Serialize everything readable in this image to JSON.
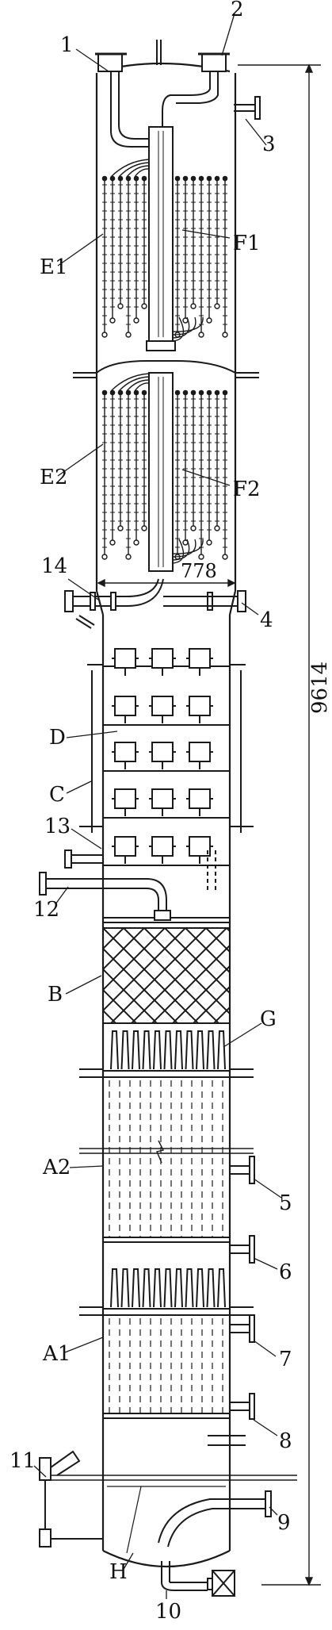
{
  "labels": {
    "n1": "1",
    "n2": "2",
    "n3": "3",
    "n4": "4",
    "n5": "5",
    "n6": "6",
    "n7": "7",
    "n8": "8",
    "n9": "9",
    "n10": "10",
    "n11": "11",
    "n12": "12",
    "n13": "13",
    "n14": "14",
    "E1": "E1",
    "E2": "E2",
    "F1": "F1",
    "F2": "F2",
    "D": "D",
    "C": "C",
    "B": "B",
    "G": "G",
    "A1": "A1",
    "A2": "A2",
    "H": "H"
  },
  "dimensions": {
    "width": "778",
    "height": "9614"
  },
  "colors": {
    "ink": "#1a1a1a",
    "paper": "#ffffff"
  }
}
